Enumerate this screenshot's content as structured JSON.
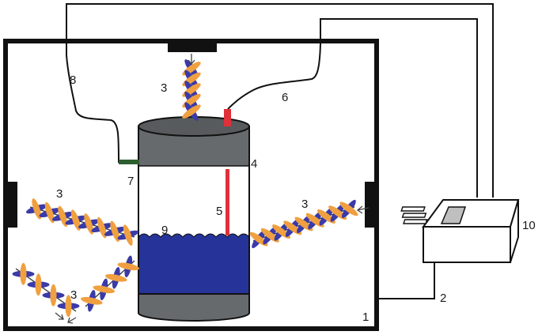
{
  "labels": {
    "enclosure": "1",
    "controller_cable": "2",
    "light_source": "3",
    "cylinder": "4",
    "heater_rod": "5",
    "heater_wire": "6",
    "sensor_bracket": "7",
    "sensor_wire": "8",
    "water": "9",
    "controller": "10"
  },
  "colors": {
    "frame": "#111111",
    "cylinder_grey": "#666a6c",
    "water_blue": "#26349a",
    "heater_red": "#e0303a",
    "bracket_green": "#2e5e2e",
    "ray_orange": "#f0a040",
    "ray_purple": "#3a3aa8"
  }
}
